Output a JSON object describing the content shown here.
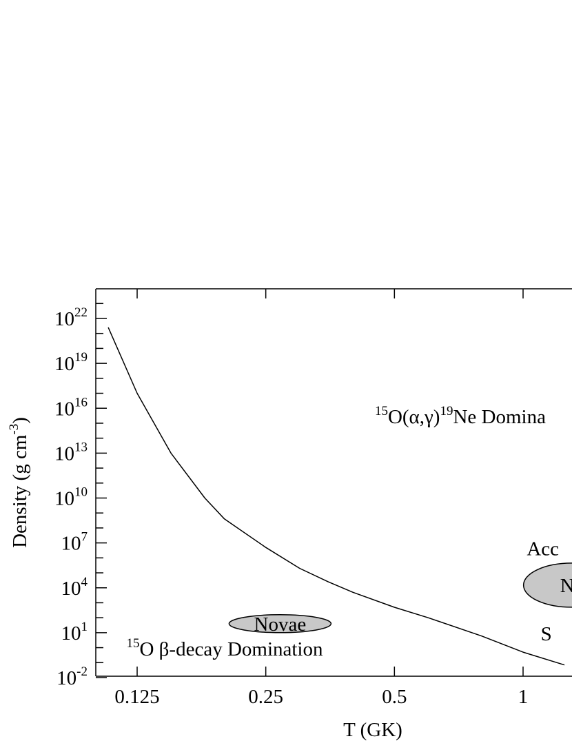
{
  "chart_data": {
    "type": "line",
    "xlabel": "T (GK)",
    "ylabel": "Density (g cm",
    "ylabel_sup": "-3",
    "ylabel_close": ")",
    "x_scale": "log",
    "y_scale": "log",
    "xlim": [
      0.105,
      1.62
    ],
    "ylim": [
      0.01,
      1e+23
    ],
    "x_ticks": [
      {
        "value": 0.125,
        "label": "0.125"
      },
      {
        "value": 0.25,
        "label": "0.25"
      },
      {
        "value": 0.5,
        "label": "0.5"
      },
      {
        "value": 1,
        "label": "1"
      }
    ],
    "y_ticks": [
      {
        "exp": -2,
        "base": "10",
        "sup": "-2"
      },
      {
        "exp": 1,
        "base": "10",
        "sup": "1"
      },
      {
        "exp": 4,
        "base": "10",
        "sup": "4"
      },
      {
        "exp": 7,
        "base": "10",
        "sup": "7"
      },
      {
        "exp": 10,
        "base": "10",
        "sup": "10"
      },
      {
        "exp": 13,
        "base": "10",
        "sup": "13"
      },
      {
        "exp": 16,
        "base": "10",
        "sup": "16"
      },
      {
        "exp": 19,
        "base": "10",
        "sup": "19"
      },
      {
        "exp": 22,
        "base": "10",
        "sup": "22"
      }
    ],
    "series": [
      {
        "x": [
          0.107,
          0.125,
          0.15,
          0.18,
          0.2,
          0.25,
          0.3,
          0.35,
          0.4,
          0.5,
          0.6,
          0.8,
          1.0,
          1.25
        ],
        "y": [
          2.5e+21,
          1e+17,
          10000000000000.0,
          10000000000.0,
          400000000.0,
          5000000.0,
          200000.0,
          25000.0,
          5000.0,
          500.0,
          100.0,
          6,
          0.5,
          0.07
        ]
      }
    ],
    "regions": [
      {
        "name": "Novae",
        "x": 0.27,
        "y": 40
      },
      {
        "name": "Ne",
        "x": 1.3,
        "y": 15000.0
      }
    ],
    "annotations": [
      {
        "sup": "15",
        "text": "O(α,γ)",
        "sup2": "19",
        "text2": "Ne Domina",
        "x": 0.45,
        "y": 1000000000000000.0
      },
      {
        "sup": "15",
        "text": "O β-decay Domination",
        "sup2": "",
        "text2": "",
        "x": 0.118,
        "y": 0.3
      },
      {
        "sup": "",
        "text": "Acc",
        "sup2": "",
        "text2": "",
        "x": 1.02,
        "y": 1500000.0
      },
      {
        "sup": "",
        "text": "S",
        "sup2": "",
        "text2": "",
        "x": 1.1,
        "y": 3
      }
    ],
    "grid": false
  }
}
